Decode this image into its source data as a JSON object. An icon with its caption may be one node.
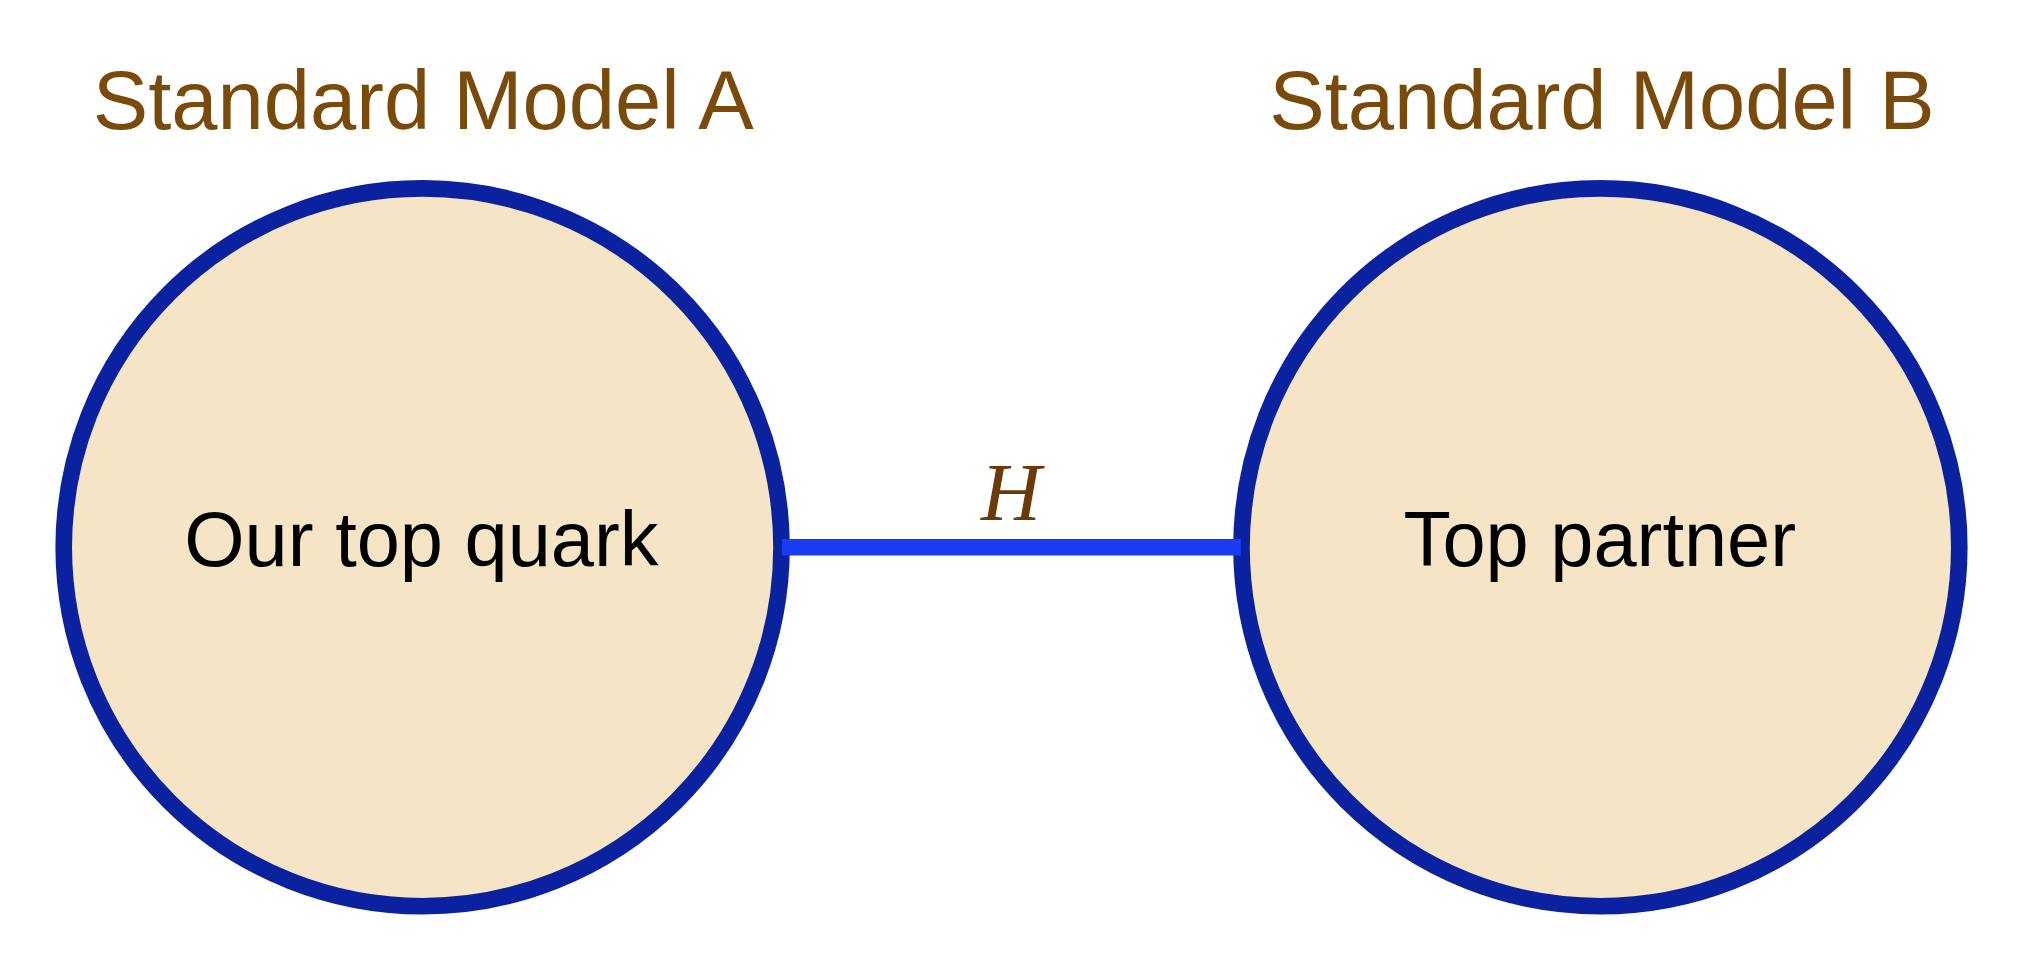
{
  "diagram": {
    "nodes": [
      {
        "text": [
          "Our top quark"
        ],
        "beside": [
          "Standard Model A"
        ]
      },
      {
        "text": [
          "Top partner"
        ],
        "beside": [
          "Standard Model B"
        ]
      }
    ],
    "edges": [
      {
        "from": 0,
        "to": 1,
        "arrow": "none",
        "label": "H"
      }
    ]
  }
}
